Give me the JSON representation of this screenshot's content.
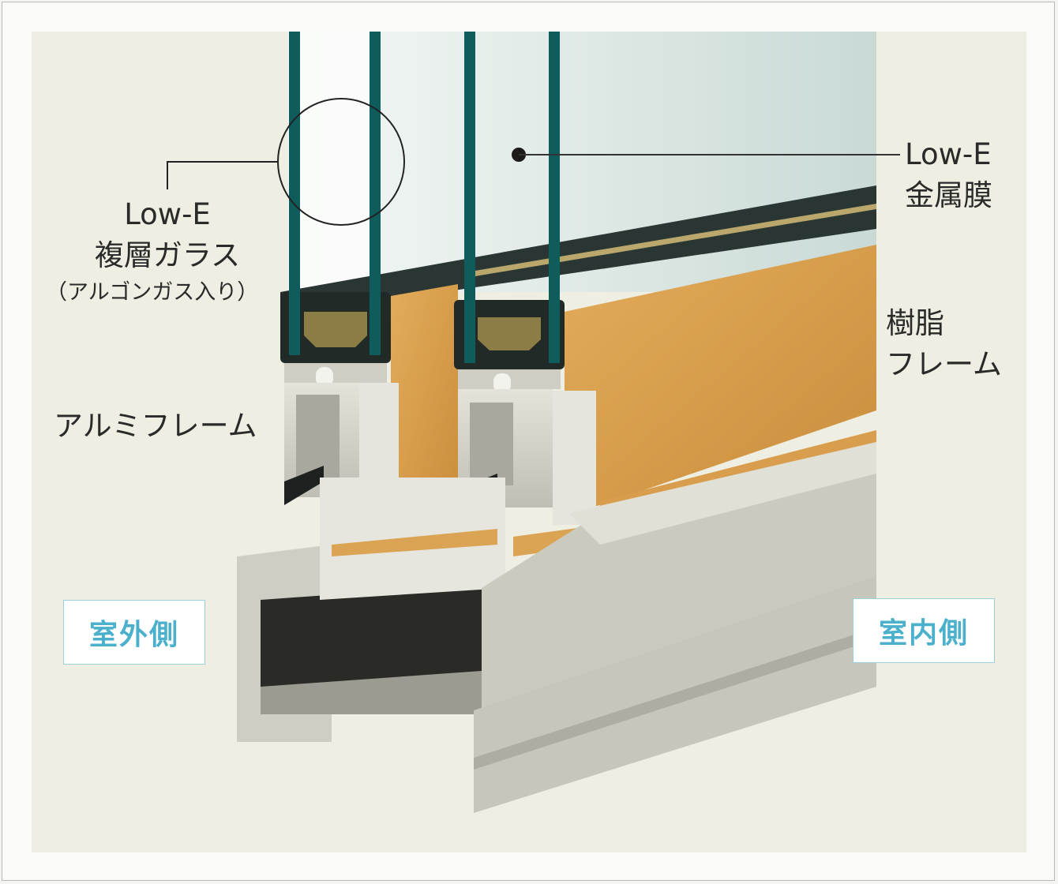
{
  "labels": {
    "lowe_glass_line1": "Low-E",
    "lowe_glass_line2": "複層ガラス",
    "lowe_glass_line3": "（アルゴンガス入り）",
    "lowe_film_line1": "Low-E",
    "lowe_film_line2": "金属膜",
    "resin_frame_line1": "樹脂",
    "resin_frame_line2": "フレーム",
    "aluminum_frame": "アルミフレーム"
  },
  "tags": {
    "outdoor_side": "室外側",
    "indoor_side": "室内側"
  },
  "colors": {
    "background": "#efeee2",
    "glass_edge": "#0f5c5c",
    "resin_frame": "#d39a4a",
    "aluminum": "#d7d6cd",
    "tag_text": "#4ab0cc"
  }
}
